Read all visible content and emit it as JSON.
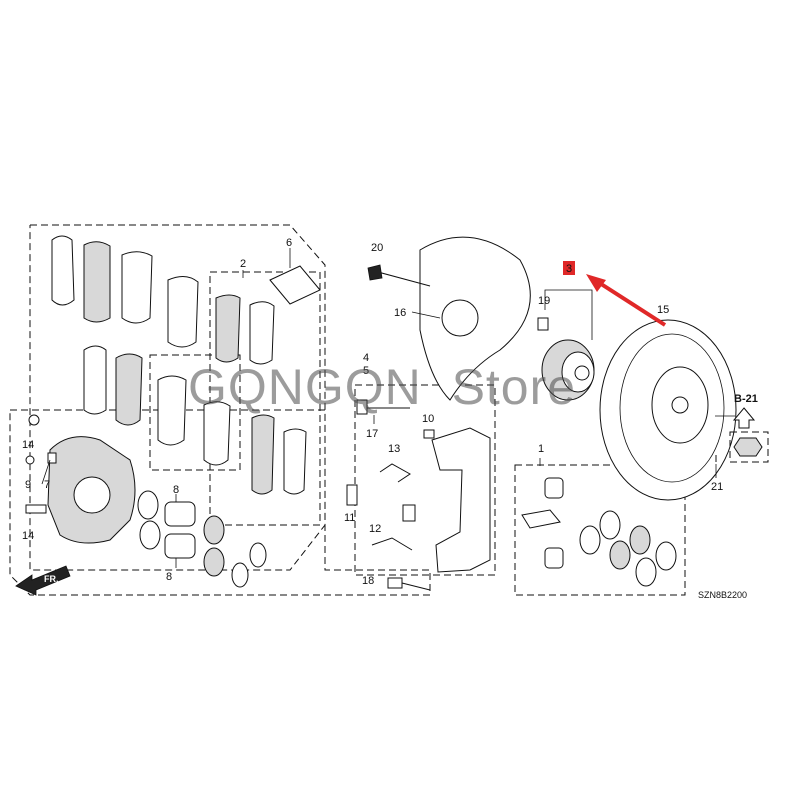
{
  "watermark": "GQNGQN  Store",
  "diagram_code": "SZN8B2200",
  "ref_block": "B-21",
  "fr_label": "FR.",
  "callouts": {
    "c1": "1",
    "c2": "2",
    "c3": "3",
    "c4": "4",
    "c5": "5",
    "c6": "6",
    "c7": "7",
    "c8a": "8",
    "c8b": "8",
    "c9": "9",
    "c10": "10",
    "c11": "11",
    "c12": "12",
    "c13": "13",
    "c14a": "14",
    "c14b": "14",
    "c15": "15",
    "c16": "16",
    "c17": "17",
    "c18": "18",
    "c19": "19",
    "c20": "20",
    "c21": "21"
  },
  "highlight": {
    "callout": "3",
    "color": "#e02828",
    "arrow_color": "#e02828"
  },
  "colors": {
    "line": "#111111",
    "accent": "#e02828"
  }
}
